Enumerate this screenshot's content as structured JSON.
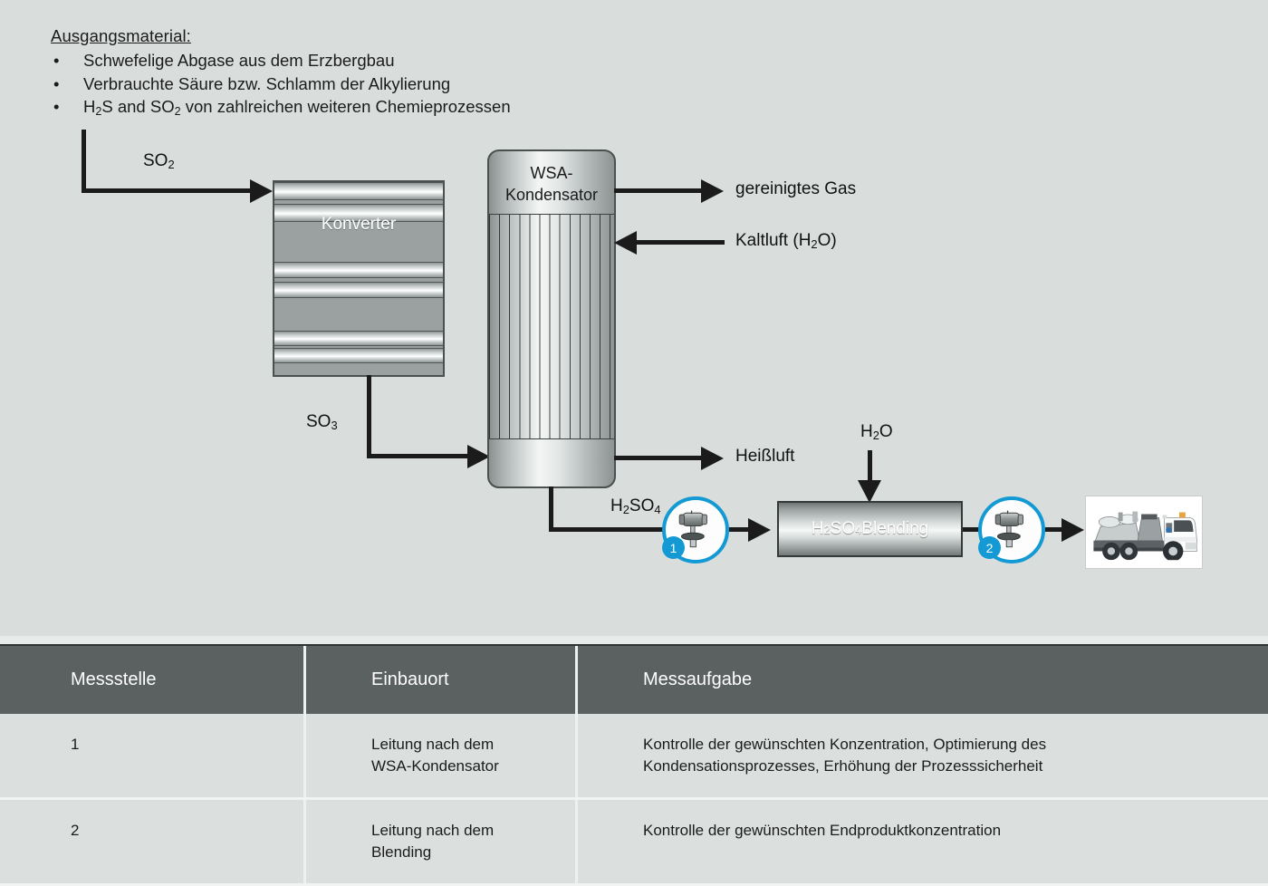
{
  "intro": {
    "title": "Ausgangsmaterial:",
    "bullet_glyph": "•",
    "items": [
      "Schwefelige Abgase aus dem Erzbergbau",
      "Verbrauchte Säure bzw. Schlamm der Alkylierung"
    ],
    "item3_prefix": "H",
    "item3_sub1": "2",
    "item3_mid": "S and SO",
    "item3_sub2": "2",
    "item3_suffix": " von zahlreichen weiteren Chemieprozessen"
  },
  "diagram": {
    "converter_label": "Konverter",
    "wsa_line1": "WSA-",
    "wsa_line2": "Kondensator",
    "blending_prefix": "H",
    "blending_sub1": "2",
    "blending_mid": "SO",
    "blending_sub2": "4",
    "blending_suffix": " Blending",
    "labels": {
      "so2_main": "SO",
      "so2_sub": "2",
      "so3_main": "SO",
      "so3_sub": "3",
      "clean_gas": "gereinigtes Gas",
      "cold_air_main": "Kaltluft (H",
      "cold_air_sub": "2",
      "cold_air_tail": "O)",
      "hot_air": "Heißluft",
      "water_main": "H",
      "water_sub": "2",
      "water_tail": "O",
      "acid_main": "H",
      "acid_sub1": "2",
      "acid_mid": "SO",
      "acid_sub2": "4"
    },
    "sensors": [
      {
        "number": "1"
      },
      {
        "number": "2"
      }
    ],
    "truck_alt": "tanker-truck-photo"
  },
  "table": {
    "headers": [
      "Messstelle",
      "Einbauort",
      "Messaufgabe"
    ],
    "rows": [
      {
        "messstelle": "1",
        "einbauort_line1": "Leitung nach dem",
        "einbauort_line2": "WSA-Kondensator",
        "messaufgabe_line1": "Kontrolle der gewünschten Konzentration, Optimierung des",
        "messaufgabe_line2": "Kondensationsprozesses, Erhöhung der Prozesssicherheit"
      },
      {
        "messstelle": "2",
        "einbauort_line1": "Leitung nach dem",
        "einbauort_line2": "Blending",
        "messaufgabe_line1": "Kontrolle der gewünschten Endproduktkonzentration",
        "messaufgabe_line2": ""
      }
    ]
  },
  "colors": {
    "background": "#d9dedc",
    "accent_cyan": "#1399d4",
    "table_header": "#5b6060",
    "table_row": "#dbe0de",
    "line": "#1b1b1b"
  }
}
